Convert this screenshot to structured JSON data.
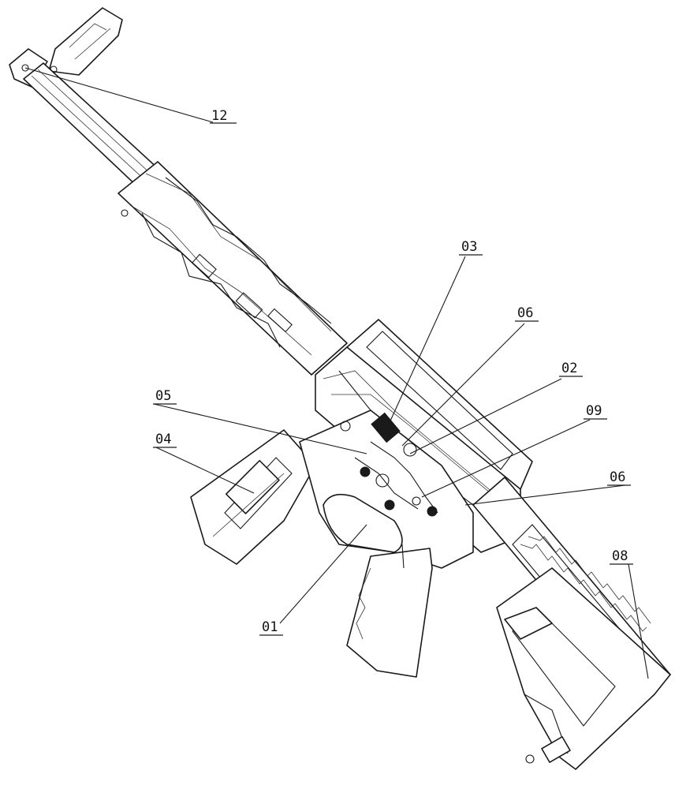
{
  "callouts": [
    {
      "id": "c12",
      "label": "12"
    },
    {
      "id": "c03",
      "label": "03"
    },
    {
      "id": "c06a",
      "label": "06"
    },
    {
      "id": "c02",
      "label": "02"
    },
    {
      "id": "c09",
      "label": "09"
    },
    {
      "id": "c06b",
      "label": "06"
    },
    {
      "id": "c05",
      "label": "05"
    },
    {
      "id": "c04",
      "label": "04"
    },
    {
      "id": "c08",
      "label": "08"
    },
    {
      "id": "c01",
      "label": "01"
    }
  ]
}
